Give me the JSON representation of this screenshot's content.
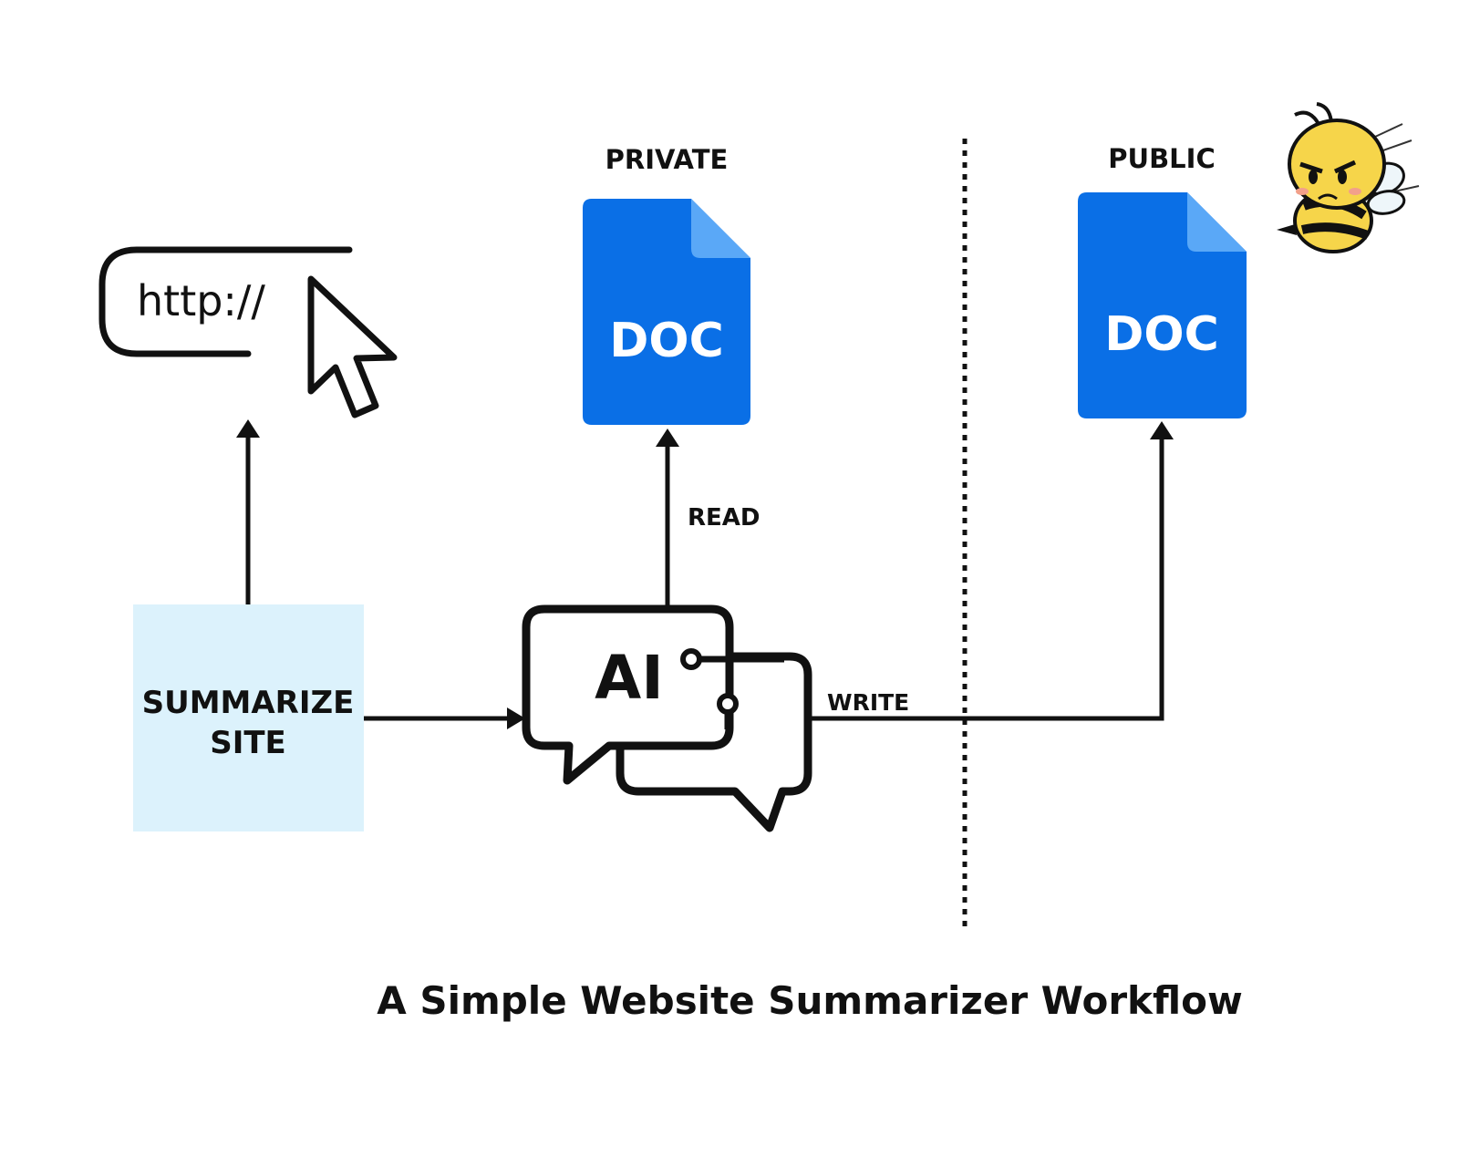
{
  "diagram": {
    "browser_url": "http://",
    "private_label": "PRIVATE",
    "public_label": "PUBLIC",
    "private_doc": "DOC",
    "public_doc": "DOC",
    "read_label": "READ",
    "write_label": "WRITE",
    "task_line1": "SUMMARIZE",
    "task_line2": "SITE",
    "ai_label": "AI",
    "caption": "A Simple Website Summarizer Workflow"
  },
  "colors": {
    "doc_blue": "#0a6fe6",
    "doc_fold": "#5aa8f7",
    "task_box": "#dcf2fc",
    "bee_yellow": "#f6d54a"
  }
}
